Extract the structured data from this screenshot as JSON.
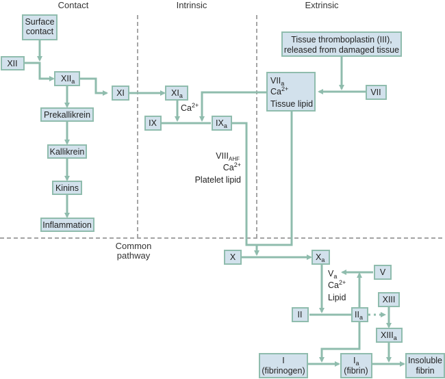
{
  "sections": {
    "contact": "Contact",
    "intrinsic": "Intrinsic",
    "extrinsic": "Extrinsic",
    "common_1": "Common",
    "common_2": "pathway"
  },
  "nodes": {
    "surface_contact_1": "Surface",
    "surface_contact_2": "contact",
    "xii": "XII",
    "xiia": "XII",
    "xi": "XI",
    "xia": "XI",
    "prekallikrein": "Prekallikrein",
    "kallikrein": "Kallikrein",
    "kinins": "Kinins",
    "inflammation": "Inflammation",
    "ix": "IX",
    "ixa": "IX",
    "tissue_thrombo_1": "Tissue thromboplastin (III),",
    "tissue_thrombo_2": "released from damaged tissue",
    "viia": "VII",
    "viia_ca": "Ca",
    "viia_lipid": "Tissue lipid",
    "vii": "VII",
    "x": "X",
    "xa": "X",
    "v": "V",
    "ii": "II",
    "iia": "II",
    "xiii": "XIII",
    "xiiia": "XIII",
    "i_1": "I",
    "i_2": "(fibrinogen)",
    "ia_1": "I",
    "ia_2": "(fibrin)",
    "insoluble_1": "Insoluble",
    "insoluble_2": "fibrin"
  },
  "labels": {
    "sub_a": "a",
    "sup_ca": "2+",
    "ca": "Ca",
    "viii": "VIII",
    "ahf": "AHF",
    "platelet_lipid": "Platelet lipid",
    "va": "V",
    "lipid": "Lipid"
  }
}
